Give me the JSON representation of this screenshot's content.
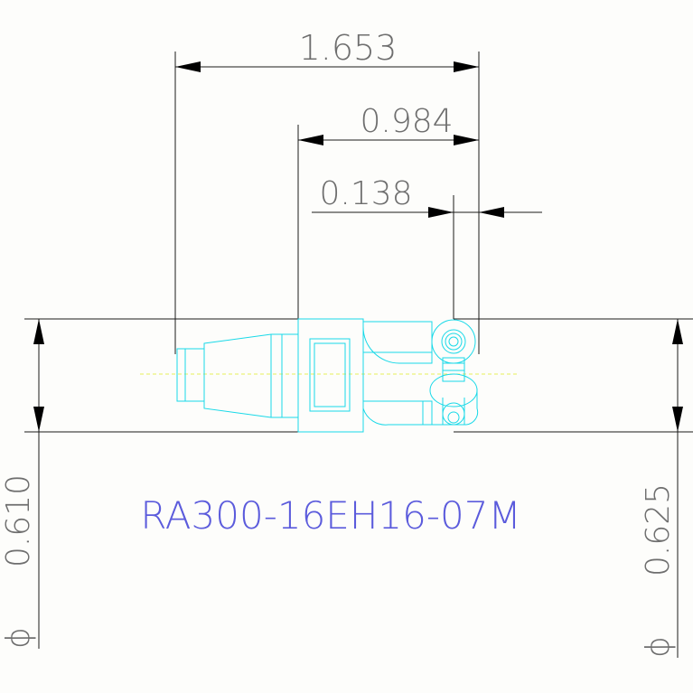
{
  "drawing": {
    "dimensions": {
      "overall_length": "1.653",
      "body_length": "0.984",
      "offset": "0.138",
      "left_diameter": "0.610",
      "right_diameter": "0.625",
      "diameter_symbol": "ϕ"
    },
    "part_number": "RA300-16EH16-07M",
    "colors": {
      "background": "#fdfdfb",
      "dimension_lines": "#1a1a1a",
      "dimension_text": "#6e6e6e",
      "part_outline": "#19d9e8",
      "center_line": "#e7ef5a",
      "part_number": "#5b5bdc"
    }
  }
}
